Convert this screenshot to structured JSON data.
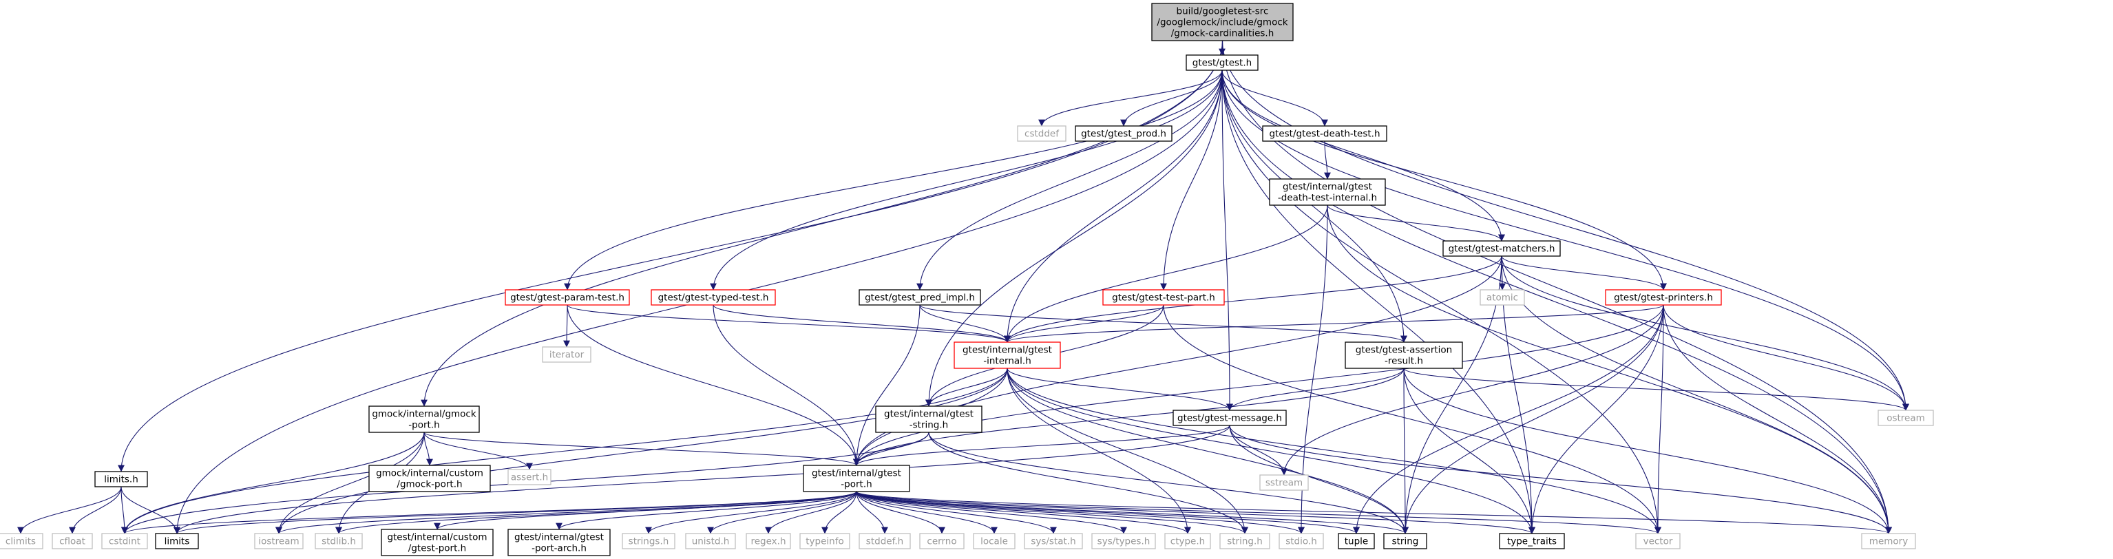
{
  "colors": {
    "edge": "#191970",
    "node_text": "#000000",
    "system_text": "#999999",
    "border_normal": "#000000",
    "border_truncated": "#ff0000",
    "border_system": "#bfbfbf",
    "fill_root": "#bfbfbf",
    "fill_node": "#ffffff"
  },
  "nodes": [
    {
      "id": "root",
      "label": [
        "build/googletest-src",
        "/googlemock/include/gmock",
        "/gmock-cardinalities.h"
      ],
      "kind": "root"
    },
    {
      "id": "gtest_h",
      "label": [
        "gtest/gtest.h"
      ],
      "kind": "normal"
    },
    {
      "id": "limits_h",
      "label": [
        "limits.h"
      ],
      "kind": "normal"
    },
    {
      "id": "gmock_port",
      "label": [
        "gmock/internal/gmock",
        "-port.h"
      ],
      "kind": "normal"
    },
    {
      "id": "ostream",
      "label": [
        "ostream"
      ],
      "kind": "system"
    },
    {
      "id": "type_traits",
      "label": [
        "type_traits"
      ],
      "kind": "normal"
    },
    {
      "id": "vector",
      "label": [
        "vector"
      ],
      "kind": "system"
    },
    {
      "id": "memory",
      "label": [
        "memory"
      ],
      "kind": "system"
    },
    {
      "id": "cstddef",
      "label": [
        "cstddef"
      ],
      "kind": "system"
    },
    {
      "id": "gtest_prod",
      "label": [
        "gtest/gtest_prod.h"
      ],
      "kind": "normal"
    },
    {
      "id": "death_test",
      "label": [
        "gtest/gtest-death-test.h"
      ],
      "kind": "normal"
    },
    {
      "id": "death_internal",
      "label": [
        "gtest/internal/gtest",
        "-death-test-internal.h"
      ],
      "kind": "normal"
    },
    {
      "id": "matchers",
      "label": [
        "gtest/gtest-matchers.h"
      ],
      "kind": "normal"
    },
    {
      "id": "param_test",
      "label": [
        "gtest/gtest-param-test.h"
      ],
      "kind": "truncated"
    },
    {
      "id": "typed_test",
      "label": [
        "gtest/gtest-typed-test.h"
      ],
      "kind": "truncated"
    },
    {
      "id": "pred_impl",
      "label": [
        "gtest/gtest_pred_impl.h"
      ],
      "kind": "normal"
    },
    {
      "id": "test_part",
      "label": [
        "gtest/gtest-test-part.h"
      ],
      "kind": "truncated"
    },
    {
      "id": "printers",
      "label": [
        "gtest/gtest-printers.h"
      ],
      "kind": "truncated"
    },
    {
      "id": "atomic",
      "label": [
        "atomic"
      ],
      "kind": "system"
    },
    {
      "id": "iterator",
      "label": [
        "iterator"
      ],
      "kind": "system"
    },
    {
      "id": "gtest_internal",
      "label": [
        "gtest/internal/gtest",
        "-internal.h"
      ],
      "kind": "truncated"
    },
    {
      "id": "assertion_result",
      "label": [
        "gtest/gtest-assertion",
        "-result.h"
      ],
      "kind": "normal"
    },
    {
      "id": "gtest_string",
      "label": [
        "gtest/internal/gtest",
        "-string.h"
      ],
      "kind": "normal"
    },
    {
      "id": "gtest_message",
      "label": [
        "gtest/gtest-message.h"
      ],
      "kind": "normal"
    },
    {
      "id": "sstream",
      "label": [
        "sstream"
      ],
      "kind": "system"
    },
    {
      "id": "custom_gmock_port",
      "label": [
        "gmock/internal/custom",
        "/gmock-port.h"
      ],
      "kind": "normal"
    },
    {
      "id": "assert_h",
      "label": [
        "assert.h"
      ],
      "kind": "system"
    },
    {
      "id": "gtest_port",
      "label": [
        "gtest/internal/gtest",
        "-port.h"
      ],
      "kind": "normal"
    },
    {
      "id": "climits",
      "label": [
        "climits"
      ],
      "kind": "system"
    },
    {
      "id": "cfloat",
      "label": [
        "cfloat"
      ],
      "kind": "system"
    },
    {
      "id": "cstdint",
      "label": [
        "cstdint"
      ],
      "kind": "system"
    },
    {
      "id": "limits",
      "label": [
        "limits"
      ],
      "kind": "normal"
    },
    {
      "id": "iostream",
      "label": [
        "iostream"
      ],
      "kind": "system"
    },
    {
      "id": "stdlib_h",
      "label": [
        "stdlib.h"
      ],
      "kind": "system"
    },
    {
      "id": "custom_gtest_port",
      "label": [
        "gtest/internal/custom",
        "/gtest-port.h"
      ],
      "kind": "normal"
    },
    {
      "id": "port_arch",
      "label": [
        "gtest/internal/gtest",
        "-port-arch.h"
      ],
      "kind": "normal"
    },
    {
      "id": "strings_h",
      "label": [
        "strings.h"
      ],
      "kind": "system"
    },
    {
      "id": "unistd_h",
      "label": [
        "unistd.h"
      ],
      "kind": "system"
    },
    {
      "id": "regex_h",
      "label": [
        "regex.h"
      ],
      "kind": "system"
    },
    {
      "id": "typeinfo",
      "label": [
        "typeinfo"
      ],
      "kind": "system"
    },
    {
      "id": "stddef_h",
      "label": [
        "stddef.h"
      ],
      "kind": "system"
    },
    {
      "id": "cerrno",
      "label": [
        "cerrno"
      ],
      "kind": "system"
    },
    {
      "id": "locale",
      "label": [
        "locale"
      ],
      "kind": "system"
    },
    {
      "id": "sys_stat",
      "label": [
        "sys/stat.h"
      ],
      "kind": "system"
    },
    {
      "id": "sys_types",
      "label": [
        "sys/types.h"
      ],
      "kind": "system"
    },
    {
      "id": "ctype_h",
      "label": [
        "ctype.h"
      ],
      "kind": "system"
    },
    {
      "id": "string_h",
      "label": [
        "string.h"
      ],
      "kind": "system"
    },
    {
      "id": "stdio_h",
      "label": [
        "stdio.h"
      ],
      "kind": "system"
    },
    {
      "id": "tuple",
      "label": [
        "tuple"
      ],
      "kind": "normal"
    },
    {
      "id": "string",
      "label": [
        "string"
      ],
      "kind": "normal"
    }
  ],
  "edges": [
    [
      "root",
      "gtest_h"
    ],
    [
      "root",
      "limits_h"
    ],
    [
      "root",
      "gmock_port"
    ],
    [
      "root",
      "ostream"
    ],
    [
      "root",
      "memory"
    ],
    [
      "gtest_h",
      "cstddef"
    ],
    [
      "gtest_h",
      "gtest_prod"
    ],
    [
      "gtest_h",
      "death_test"
    ],
    [
      "gtest_h",
      "matchers"
    ],
    [
      "gtest_h",
      "param_test"
    ],
    [
      "gtest_h",
      "typed_test"
    ],
    [
      "gtest_h",
      "pred_impl"
    ],
    [
      "gtest_h",
      "test_part"
    ],
    [
      "gtest_h",
      "printers"
    ],
    [
      "gtest_h",
      "gtest_internal"
    ],
    [
      "gtest_h",
      "assertion_result"
    ],
    [
      "gtest_h",
      "gtest_string"
    ],
    [
      "gtest_h",
      "gtest_message"
    ],
    [
      "gtest_h",
      "limits"
    ],
    [
      "gtest_h",
      "ostream"
    ],
    [
      "gtest_h",
      "type_traits"
    ],
    [
      "gtest_h",
      "vector"
    ],
    [
      "gtest_h",
      "memory"
    ],
    [
      "death_test",
      "death_internal"
    ],
    [
      "death_internal",
      "matchers"
    ],
    [
      "death_internal",
      "gtest_internal"
    ],
    [
      "death_internal",
      "stdio_h"
    ],
    [
      "death_internal",
      "memory"
    ],
    [
      "matchers",
      "atomic"
    ],
    [
      "matchers",
      "printers"
    ],
    [
      "matchers",
      "gtest_internal"
    ],
    [
      "matchers",
      "gtest_port"
    ],
    [
      "matchers",
      "ostream"
    ],
    [
      "matchers",
      "string"
    ],
    [
      "matchers",
      "type_traits"
    ],
    [
      "matchers",
      "memory"
    ],
    [
      "param_test",
      "iterator"
    ],
    [
      "param_test",
      "gtest_internal"
    ],
    [
      "param_test",
      "gtest_port"
    ],
    [
      "typed_test",
      "gtest_internal"
    ],
    [
      "typed_test",
      "gtest_port"
    ],
    [
      "pred_impl",
      "gtest_internal"
    ],
    [
      "pred_impl",
      "assertion_result"
    ],
    [
      "pred_impl",
      "gtest_port"
    ],
    [
      "test_part",
      "gtest_internal"
    ],
    [
      "test_part",
      "gtest_string"
    ],
    [
      "test_part",
      "vector"
    ],
    [
      "printers",
      "gtest_internal"
    ],
    [
      "printers",
      "gtest_port"
    ],
    [
      "printers",
      "ostream"
    ],
    [
      "printers",
      "sstream"
    ],
    [
      "printers",
      "tuple"
    ],
    [
      "printers",
      "string"
    ],
    [
      "printers",
      "type_traits"
    ],
    [
      "printers",
      "vector"
    ],
    [
      "printers",
      "memory"
    ],
    [
      "gtest_internal",
      "gtest_port"
    ],
    [
      "gtest_internal",
      "gtest_string"
    ],
    [
      "gtest_internal",
      "gtest_message"
    ],
    [
      "gtest_internal",
      "cstdint"
    ],
    [
      "gtest_internal",
      "iostream"
    ],
    [
      "gtest_internal",
      "ctype_h"
    ],
    [
      "gtest_internal",
      "string_h"
    ],
    [
      "gtest_internal",
      "string"
    ],
    [
      "gtest_internal",
      "type_traits"
    ],
    [
      "gtest_internal",
      "vector"
    ],
    [
      "assertion_result",
      "gtest_message"
    ],
    [
      "assertion_result",
      "gtest_port"
    ],
    [
      "assertion_result",
      "ostream"
    ],
    [
      "assertion_result",
      "string"
    ],
    [
      "assertion_result",
      "type_traits"
    ],
    [
      "assertion_result",
      "memory"
    ],
    [
      "gtest_string",
      "gtest_port"
    ],
    [
      "gtest_string",
      "cstdint"
    ],
    [
      "gtest_string",
      "string_h"
    ],
    [
      "gtest_string",
      "string"
    ],
    [
      "gtest_message",
      "gtest_port"
    ],
    [
      "gtest_message",
      "limits"
    ],
    [
      "gtest_message",
      "sstream"
    ],
    [
      "gtest_message",
      "string"
    ],
    [
      "gtest_message",
      "memory"
    ],
    [
      "gmock_port",
      "custom_gmock_port"
    ],
    [
      "gmock_port",
      "assert_h"
    ],
    [
      "gmock_port",
      "gtest_port"
    ],
    [
      "gmock_port",
      "cstdint"
    ],
    [
      "gmock_port",
      "iostream"
    ],
    [
      "gmock_port",
      "stdlib_h"
    ],
    [
      "limits_h",
      "climits"
    ],
    [
      "limits_h",
      "cfloat"
    ],
    [
      "limits_h",
      "cstdint"
    ],
    [
      "limits_h",
      "limits"
    ],
    [
      "gtest_port",
      "cstdint"
    ],
    [
      "gtest_port",
      "limits"
    ],
    [
      "gtest_port",
      "iostream"
    ],
    [
      "gtest_port",
      "stdlib_h"
    ],
    [
      "gtest_port",
      "custom_gtest_port"
    ],
    [
      "gtest_port",
      "port_arch"
    ],
    [
      "gtest_port",
      "strings_h"
    ],
    [
      "gtest_port",
      "unistd_h"
    ],
    [
      "gtest_port",
      "regex_h"
    ],
    [
      "gtest_port",
      "typeinfo"
    ],
    [
      "gtest_port",
      "stddef_h"
    ],
    [
      "gtest_port",
      "cerrno"
    ],
    [
      "gtest_port",
      "locale"
    ],
    [
      "gtest_port",
      "sys_stat"
    ],
    [
      "gtest_port",
      "sys_types"
    ],
    [
      "gtest_port",
      "ctype_h"
    ],
    [
      "gtest_port",
      "string_h"
    ],
    [
      "gtest_port",
      "stdio_h"
    ],
    [
      "gtest_port",
      "tuple"
    ],
    [
      "gtest_port",
      "string"
    ],
    [
      "gtest_port",
      "type_traits"
    ],
    [
      "gtest_port",
      "vector"
    ],
    [
      "gtest_port",
      "memory"
    ]
  ]
}
